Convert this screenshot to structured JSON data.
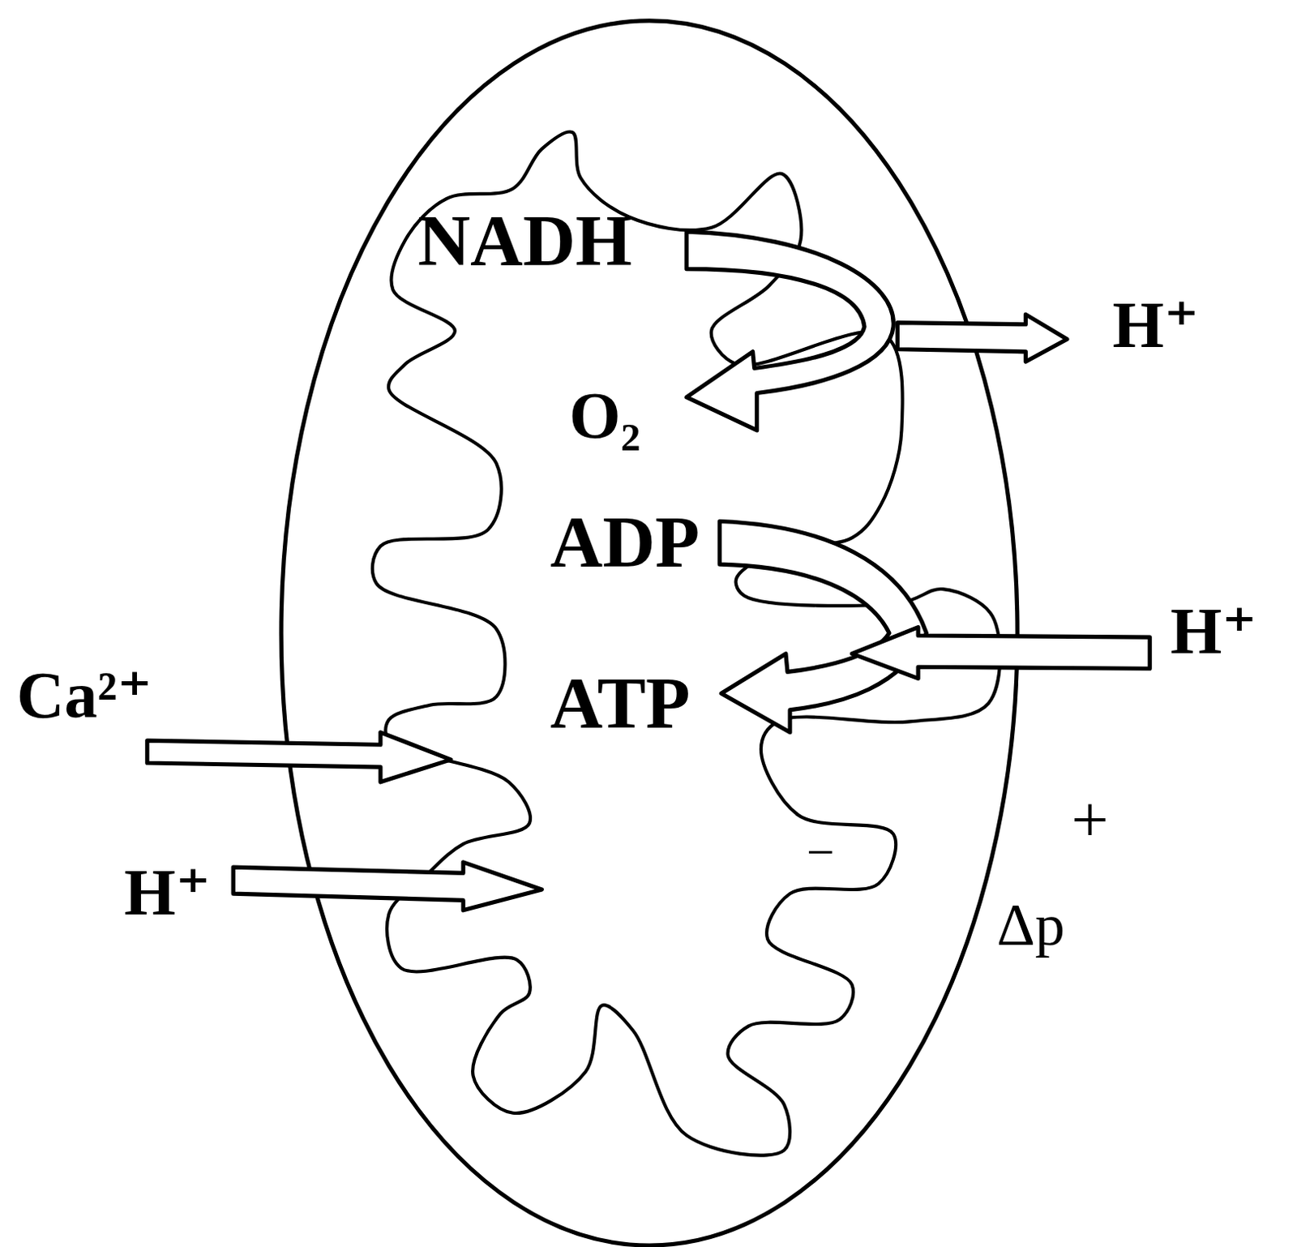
{
  "diagram": {
    "labels": [
      "NADH",
      "H⁺",
      "O₂",
      "ADP",
      "H⁺",
      "Ca²⁺",
      "ATP",
      "+",
      "H⁺",
      "−",
      "Δp"
    ]
  }
}
